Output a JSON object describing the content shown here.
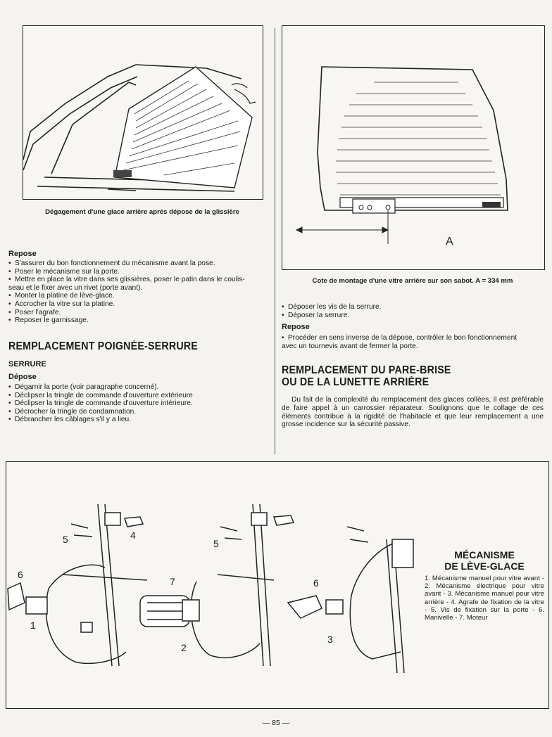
{
  "top_left_figure": {
    "caption": "Dégagement d'une glace arrière après dépose de la glissière"
  },
  "top_right_figure": {
    "dimension_label": "A",
    "caption": "Cote de montage d'une vitre arrière sur son sabot. A = 334 mm"
  },
  "left_column": {
    "repose_heading": "Repose",
    "repose_items": [
      "S'assurer du bon fonctionnement du mécanisme avant la pose.",
      "Poser le mécanisme sur la porte.",
      "Mettre en place la vitre dans ses glissières, poser le patin dans le coulis-",
      "Monter la platine de lève-glace.",
      "Accrocher la vitre sur la platine.",
      "Poser l'agrafe.",
      "Reposer le garnissage."
    ],
    "repose_item3_cont": "seau et le fixer avec un rivet (porte avant).",
    "section_title": "REMPLACEMENT POIGNÉE-SERRURE",
    "subsection": "SERRURE",
    "depose_heading": "Dépose",
    "depose_items": [
      "Dégarnir la porte (voir paragraphe concerné).",
      "Déclipser la tringle de commande d'ouverture extérieure",
      "Déclipser la tringle de commande d'ouverture intérieure.",
      "Décrocher la tringle de condamnation.",
      "Débrancher les câblages s'il y a lieu."
    ]
  },
  "right_column": {
    "depose_items": [
      "Déposer les vis de la serrure.",
      "Déposer la serrure."
    ],
    "repose_heading": "Repose",
    "repose_text_line1": "Procéder en sens inverse de la dépose, contrôler le bon fonctionnement",
    "repose_text_line2": "avec un tournevis avant de fermer la porte.",
    "section_title_line1": "REMPLACEMENT DU PARE-BRISE",
    "section_title_line2": "OU DE LA LUNETTE ARRIÈRE",
    "paragraph": "Du fait de la complexité du remplacement des glaces collées, il est préférable de faire appel à un carrossier réparateur. Soulignons que le collage de ces éléments contribue à la rigidité de l'habitacle et que leur remplacement a une grosse incidence sur la sécurité passive."
  },
  "bottom_figure": {
    "title_line1": "MÉCANISME",
    "title_line2": "DE LÈVE-GLACE",
    "legend": "1. Mécanisme manuel pour vitre avant - 2. Mécanisme électrique pour vitre avant - 3. Mécanisme manuel pour vitre arrière - 4. Agrafe de fixation de la vitre - 5. Vis de fixation sur la porte - 6. Manivelle - 7. Moteur",
    "callouts": [
      "1",
      "2",
      "3",
      "4",
      "5",
      "5",
      "6",
      "6",
      "7"
    ]
  },
  "page_number": "— 85 —"
}
